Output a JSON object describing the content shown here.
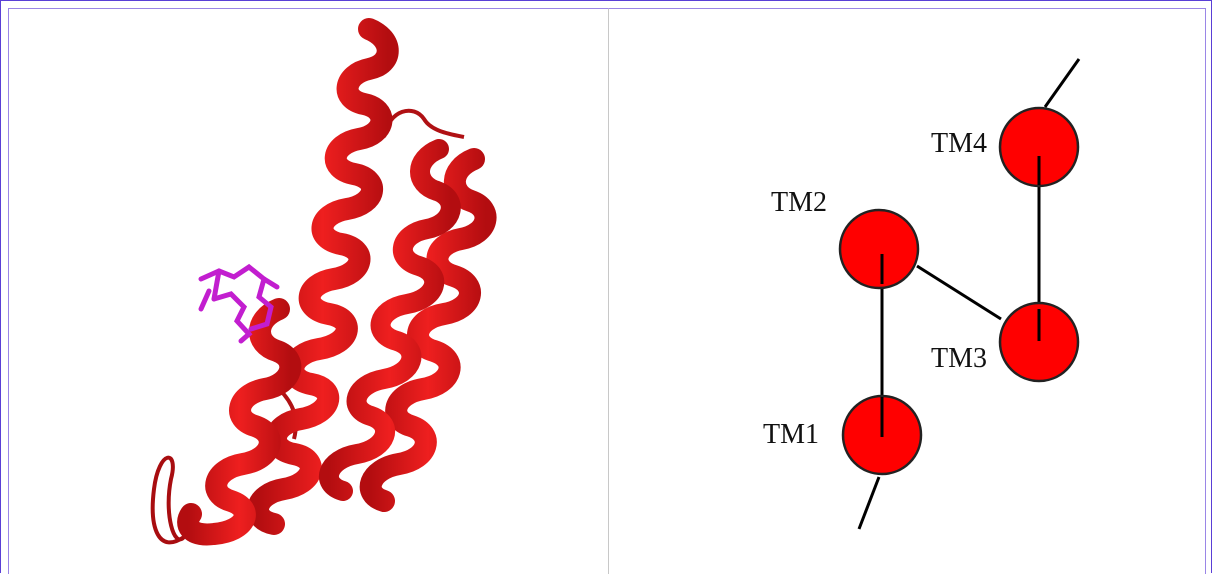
{
  "diagram": {
    "helices": [
      {
        "id": "tm1",
        "label": "TM1"
      },
      {
        "id": "tm2",
        "label": "TM2"
      },
      {
        "id": "tm3",
        "label": "TM3"
      },
      {
        "id": "tm4",
        "label": "TM4"
      }
    ],
    "colors": {
      "helix_fill": "#ff0000",
      "helix_stroke": "#222222",
      "protein_red": "#e0191b",
      "protein_dark": "#a80d10",
      "ligand": "#c21ecf",
      "connector": "#000000",
      "frame": "#5a3fd6"
    }
  }
}
